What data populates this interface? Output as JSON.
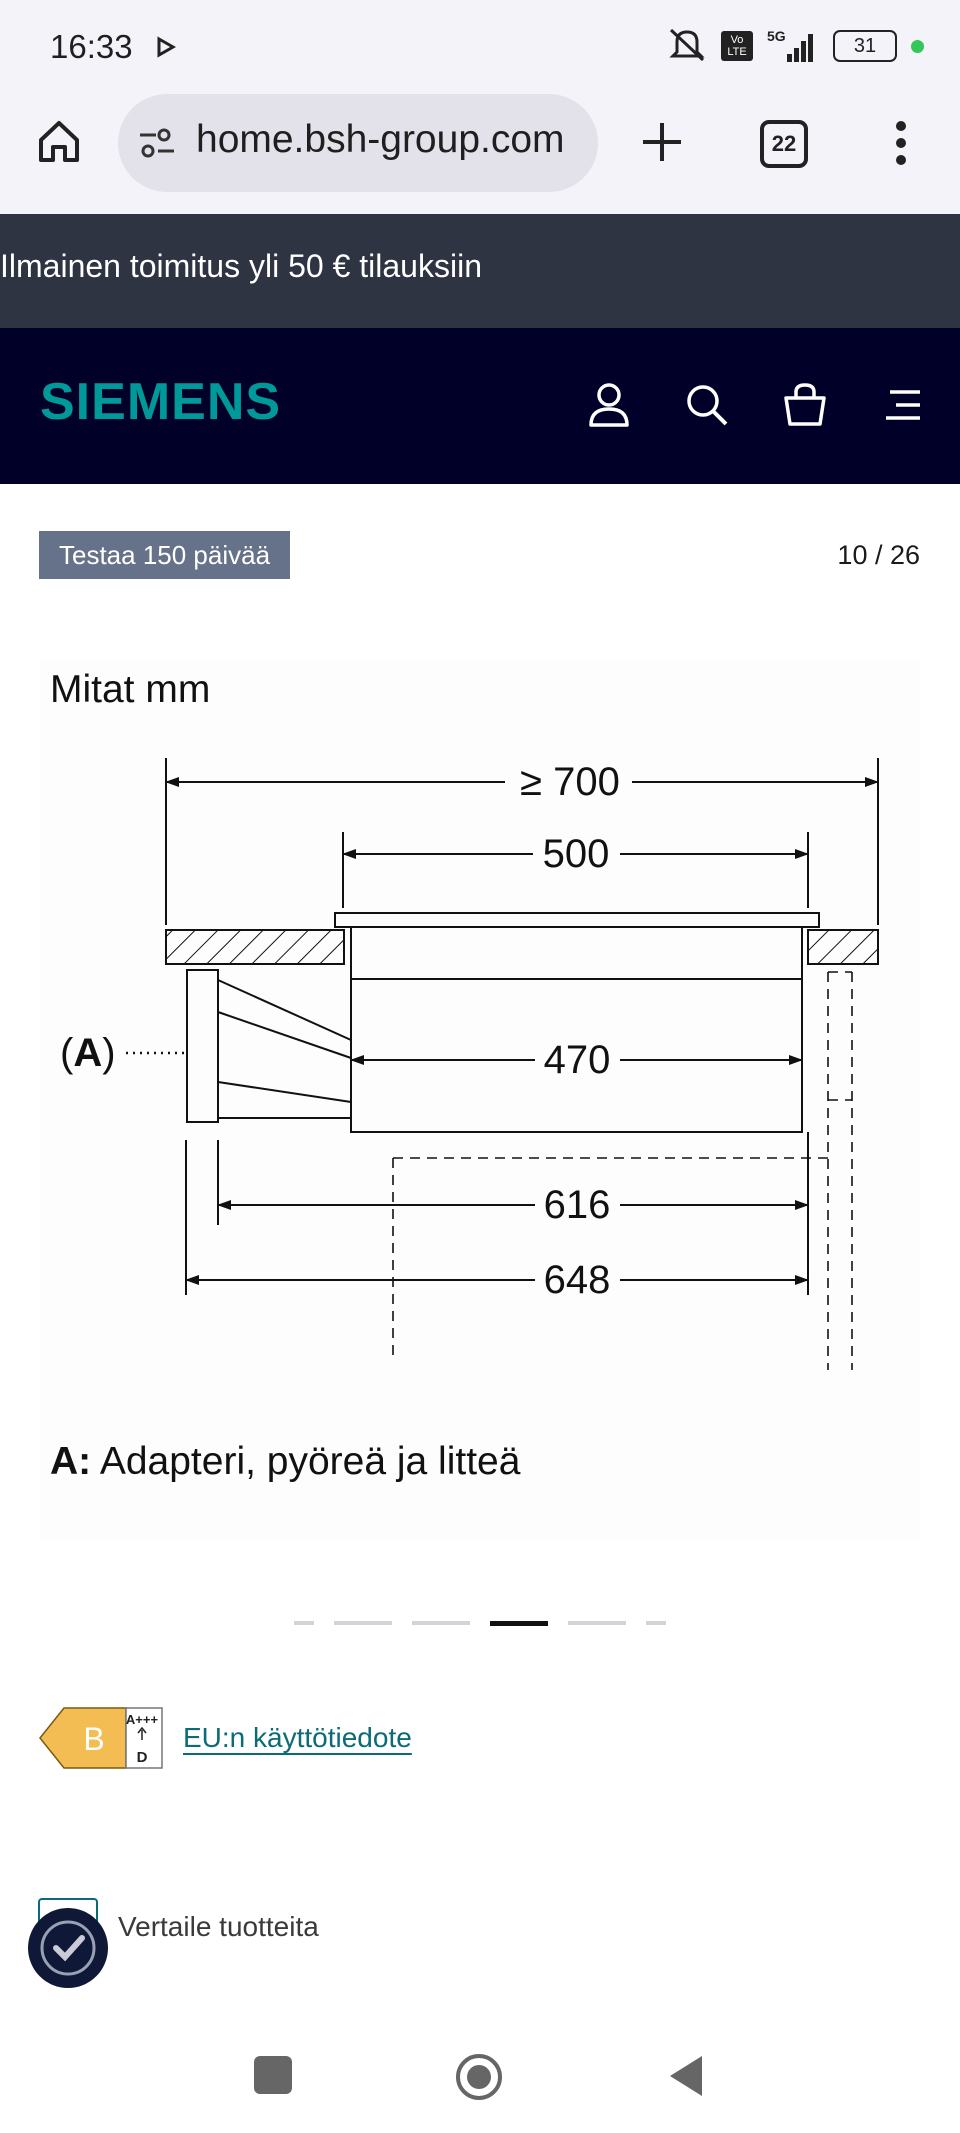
{
  "status_bar": {
    "time": "16:33",
    "network": "5G",
    "volte": "Vo LTE",
    "battery": "31"
  },
  "browser": {
    "url": "home.bsh-group.com",
    "tab_count": "22"
  },
  "promo": {
    "text": "Ilmainen toimitus yli 50 € tilauksiin"
  },
  "header": {
    "logo": "SIEMENS",
    "brand_color": "#009999",
    "icons": [
      "account-icon",
      "search-icon",
      "basket-icon",
      "menu-icon"
    ]
  },
  "gallery": {
    "badge": "Testaa 150 päivää",
    "counter": "10 / 26",
    "active_dot_index": 3,
    "dot_count": 6
  },
  "drawing": {
    "title": "Mitat mm",
    "dims": {
      "overall": "≥ 700",
      "top": "500",
      "middle": "470",
      "lower": "616",
      "bottom": "648"
    },
    "callout": "A",
    "caption_key": "A:",
    "caption_text": "Adapteri, pyöreä ja litteä"
  },
  "energy": {
    "class": "B",
    "scale_top": "A+++",
    "scale_bottom": "D",
    "link": "EU:n käyttötiedote",
    "label_color": "#f4bd53"
  },
  "compare": {
    "label": "Vertaile tuotteita"
  }
}
